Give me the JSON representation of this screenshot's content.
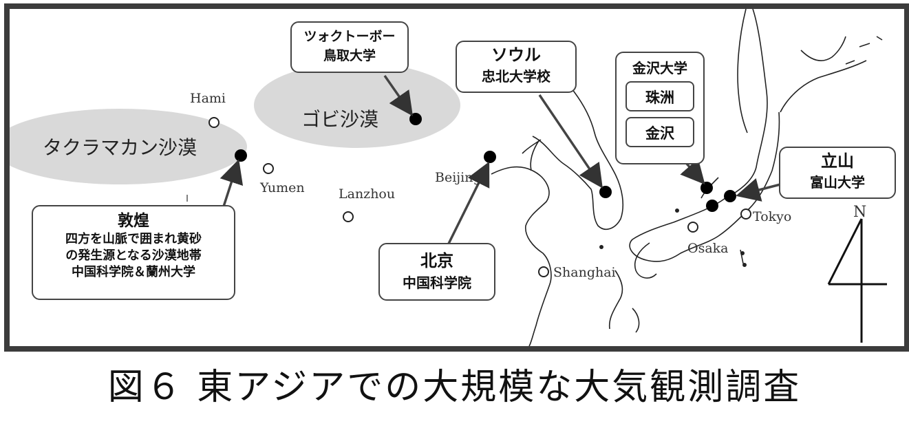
{
  "map": {
    "deserts": [
      {
        "id": "taklamakan",
        "label": "タクラマカン沙漠"
      },
      {
        "id": "gobi",
        "label": "ゴビ沙漠"
      }
    ],
    "cities": [
      {
        "id": "hami",
        "label": "Hami"
      },
      {
        "id": "yumen",
        "label": "Yumen"
      },
      {
        "id": "lanzhou",
        "label": "Lanzhou"
      },
      {
        "id": "beijing",
        "label": "Beijing"
      },
      {
        "id": "shanghai",
        "label": "Shanghai"
      },
      {
        "id": "osaka",
        "label": "Osaka"
      },
      {
        "id": "tokyo",
        "label": "Tokyo"
      }
    ],
    "callouts": {
      "tottori": {
        "line1": "ツォクトーボー",
        "line2": "鳥取大学"
      },
      "seoul": {
        "line1": "ソウル",
        "line2": "忠北大学校"
      },
      "kanazawa_univ": {
        "title": "金沢大学",
        "sub1": "珠洲",
        "sub2": "金沢"
      },
      "tateyama": {
        "line1": "立山",
        "line2": "富山大学"
      },
      "dunhuang": {
        "line1": "敦煌",
        "line2": "四方を山脈で囲まれ黄砂",
        "line3": "の発生源となる沙漠地帯",
        "line4": "中国科学院＆蘭州大学"
      },
      "beijing": {
        "line1": "北京",
        "line2": "中国科学院"
      }
    },
    "north_label": "N"
  },
  "caption": "図６ 東アジアでの大規模な大気観測調査"
}
